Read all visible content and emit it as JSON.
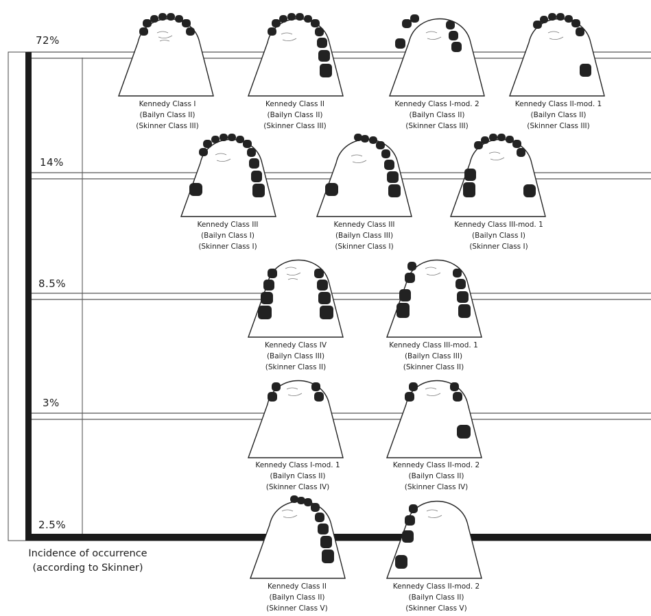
{
  "incidence_levels": [
    {
      "label": "72%",
      "value_percent": 72
    },
    {
      "label": "14%",
      "value_percent": 14
    },
    {
      "label": "8.5%",
      "value_percent": 8.5
    },
    {
      "label": "3%",
      "value_percent": 3
    },
    {
      "label": "2.5%",
      "value_percent": 2.5
    }
  ],
  "axis_label": {
    "line1": "Incidence of occurrence",
    "line2": "(according to Skinner)"
  },
  "arches": [
    {
      "level": 0,
      "kennedy": "Kennedy Class I",
      "bailyn": "(Bailyn Class II)",
      "skinner": "(Skinner Class III)"
    },
    {
      "level": 0,
      "kennedy": "Kennedy Class II",
      "bailyn": "(Bailyn Class II)",
      "skinner": "(Skinner Class III)"
    },
    {
      "level": 0,
      "kennedy": "Kennedy Class I-mod. 2",
      "bailyn": "(Bailyn Class II)",
      "skinner": "(Skinner Class III)"
    },
    {
      "level": 0,
      "kennedy": "Kennedy Class II-mod. 1",
      "bailyn": "(Bailyn Class II)",
      "skinner": "(Skinner Class III)"
    },
    {
      "level": 1,
      "kennedy": "Kennedy Class III",
      "bailyn": "(Bailyn Class I)",
      "skinner": "(Skinner Class I)"
    },
    {
      "level": 1,
      "kennedy": "Kennedy Class III",
      "bailyn": "(Bailyn Class III)",
      "skinner": "(Skinner Class I)"
    },
    {
      "level": 1,
      "kennedy": "Kennedy Class III-mod. 1",
      "bailyn": "(Bailyn Class I)",
      "skinner": "(Skinner Class I)"
    },
    {
      "level": 2,
      "kennedy": "Kennedy Class IV",
      "bailyn": "(Bailyn Class III)",
      "skinner": "(Skinner Class II)"
    },
    {
      "level": 2,
      "kennedy": "Kennedy Class III-mod. 1",
      "bailyn": "(Bailyn Class III)",
      "skinner": "(Skinner Class II)"
    },
    {
      "level": 3,
      "kennedy": "Kennedy Class I-mod. 1",
      "bailyn": "(Bailyn Class II)",
      "skinner": "(Skinner Class IV)"
    },
    {
      "level": 3,
      "kennedy": "Kennedy Class II-mod. 2",
      "bailyn": "(Bailyn Class II)",
      "skinner": "(Skinner Class IV)"
    },
    {
      "level": 4,
      "kennedy": "Kennedy Class II",
      "bailyn": "(Bailyn Class II)",
      "skinner": "(Skinner Class V)"
    },
    {
      "level": 4,
      "kennedy": "Kennedy Class II-mod. 2",
      "bailyn": "(Bailyn Class II)",
      "skinner": "(Skinner Class V)"
    }
  ],
  "colors": {
    "ink": "#1a1a1a",
    "tooth": "#232323",
    "paper": "#ffffff"
  }
}
